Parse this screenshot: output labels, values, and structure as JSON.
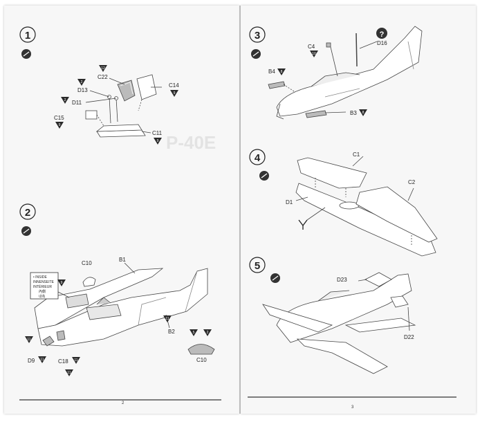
{
  "left_page": {
    "page_number": "2",
    "watermark": "P-40E",
    "step1": {
      "number": "1",
      "parts": [
        {
          "label": "C22",
          "badge": "12"
        },
        {
          "label": "D13",
          "badge": "2"
        },
        {
          "label": "D11",
          "badge": "2"
        },
        {
          "label": "C15",
          "badge": "9"
        },
        {
          "label": "C14",
          "badge": "9"
        },
        {
          "label": "C11",
          "badge": "9"
        }
      ]
    },
    "step2": {
      "number": "2",
      "note_lines": [
        "• INSIDE",
        "INNENSEITE",
        "INTÉRIEUR",
        "內側",
        "내측"
      ],
      "note_badge": "9",
      "parts": [
        {
          "label": "C10"
        },
        {
          "label": "B1"
        },
        {
          "label": "B2",
          "badge": "11"
        },
        {
          "label": "D9",
          "badge": "11"
        },
        {
          "label": "C18",
          "badge": "11"
        },
        {
          "label": "C10",
          "badges": [
            "5",
            "2"
          ]
        }
      ],
      "extra_badges": [
        "11",
        "11"
      ]
    }
  },
  "right_page": {
    "page_number": "3",
    "step3": {
      "number": "3",
      "parts": [
        {
          "label": "C4",
          "badge": "10"
        },
        {
          "label": "D16"
        },
        {
          "label": "B4",
          "badge": "8"
        },
        {
          "label": "B3",
          "badge": "8"
        }
      ]
    },
    "step4": {
      "number": "4",
      "parts": [
        {
          "label": "C1"
        },
        {
          "label": "C2"
        },
        {
          "label": "D1"
        }
      ]
    },
    "step5": {
      "number": "5",
      "parts": [
        {
          "label": "D23"
        },
        {
          "label": "D22"
        }
      ]
    }
  },
  "colors": {
    "paper": "#f7f7f7",
    "ink": "#333333",
    "badge": "#2a2a2a"
  }
}
